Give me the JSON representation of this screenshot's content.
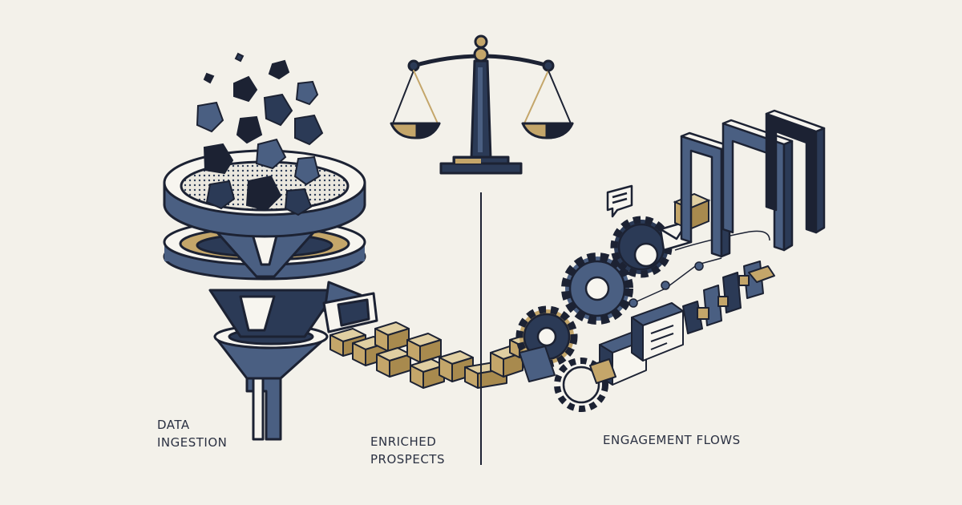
{
  "labels": {
    "data_ingestion": [
      "DATA",
      "INGESTION"
    ],
    "enriched_prospects": [
      "ENRICHED",
      "PROSPECTS"
    ],
    "engagement_flows": "ENGAGEMENT FLOWS"
  },
  "colors": {
    "background": "#f3f1ea",
    "navy": "#2b3a56",
    "slate": "#4a5f82",
    "dark": "#1c2233",
    "gold": "#c4a66a",
    "light": "#f7f5ef"
  },
  "icons": [
    "funnel-icon",
    "scale-icon",
    "gear-icon",
    "envelope-icon",
    "chat-bubble-icon",
    "gateway-icon",
    "block-icon"
  ]
}
